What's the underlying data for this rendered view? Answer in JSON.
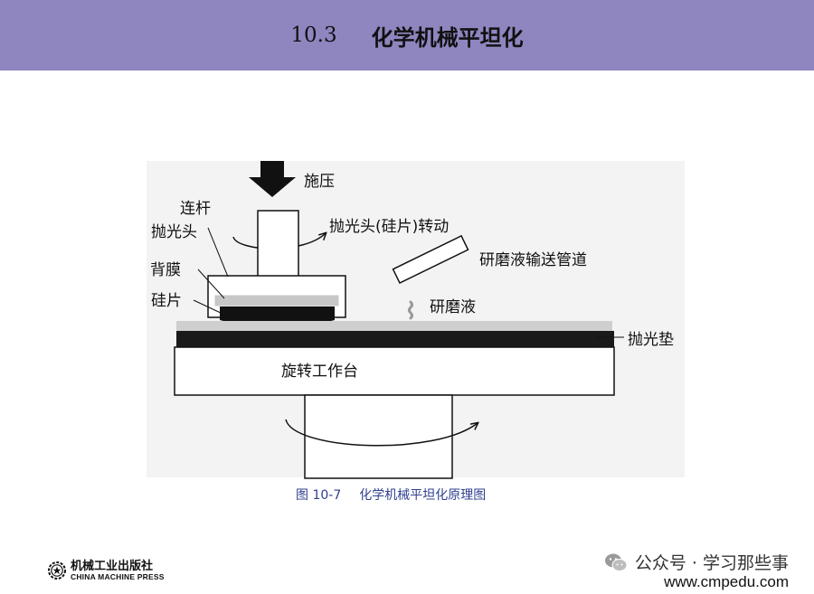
{
  "header": {
    "section_number": "10.3",
    "section_title": "化学机械平坦化",
    "bg_color": "#8f86c0"
  },
  "diagram": {
    "labels": {
      "pressure": "施压",
      "link_rod": "连杆",
      "polishing_head": "抛光头",
      "head_rotation": "抛光头(硅片)转动",
      "slurry_pipe": "研磨液输送管道",
      "backing_film": "背膜",
      "wafer": "硅片",
      "slurry": "研磨液",
      "polishing_pad": "抛光垫",
      "rotating_table": "旋转工作台"
    }
  },
  "caption": {
    "figure_number": "图 10-7",
    "text": "化学机械平坦化原理图",
    "color": "#2f3f8f"
  },
  "publisher": {
    "name_cn": "机械工业出版社",
    "name_en": "CHINA MACHINE PRESS"
  },
  "watermark": {
    "text": "公众号 · 学习那些事",
    "url": "www.cmpedu.com"
  }
}
